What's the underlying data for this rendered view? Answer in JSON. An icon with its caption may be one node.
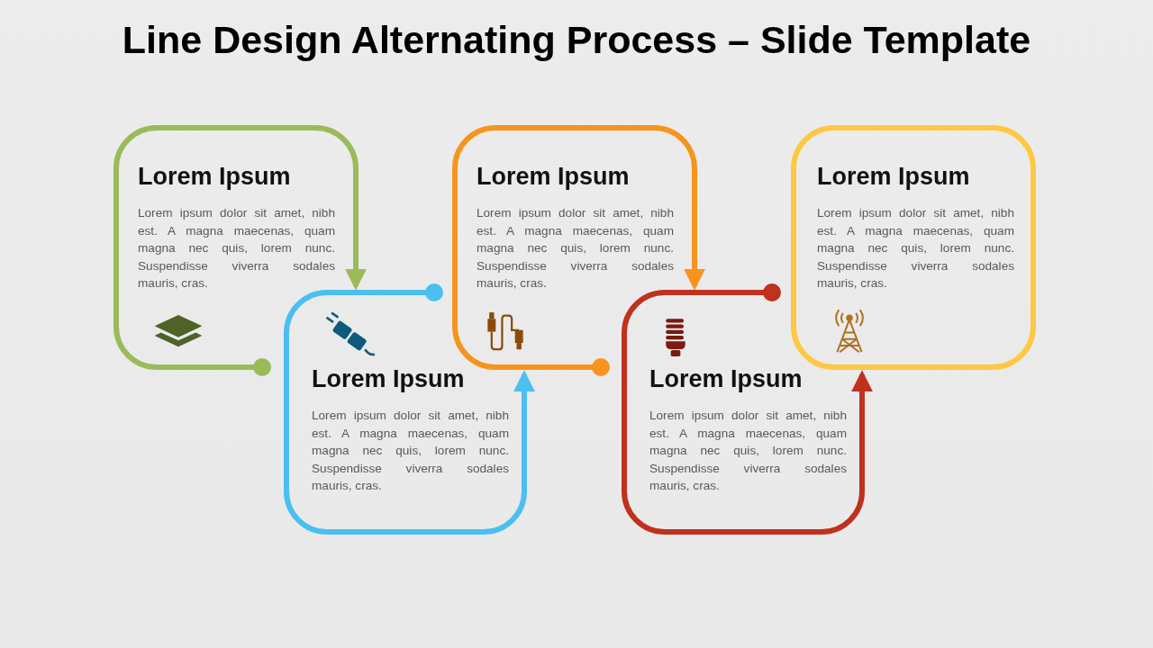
{
  "diagram": {
    "title": "Line Design Alternating Process – Slide Template",
    "nodes": [
      {
        "text": [
          "Lorem Ipsum",
          "Lorem ipsum dolor sit amet, nibh est. A magna maecenas, quam magna nec quis, lorem nunc. Suspendisse viverra sodales mauris, cras."
        ]
      },
      {
        "text": [
          "Lorem Ipsum",
          "Lorem ipsum dolor sit amet, nibh est. A magna maecenas, quam magna nec quis, lorem nunc. Suspendisse viverra sodales mauris, cras."
        ]
      },
      {
        "text": [
          "Lorem Ipsum",
          "Lorem ipsum dolor sit amet, nibh est. A magna maecenas, quam magna nec quis, lorem nunc. Suspendisse viverra sodales mauris, cras."
        ]
      },
      {
        "text": [
          "Lorem Ipsum",
          "Lorem ipsum dolor sit amet, nibh est. A magna maecenas, quam magna nec quis, lorem nunc. Suspendisse viverra sodales mauris, cras."
        ]
      },
      {
        "text": [
          "Lorem Ipsum",
          "Lorem ipsum dolor sit amet, nibh est. A magna maecenas, quam magna nec quis, lorem nunc. Suspendisse viverra sodales mauris, cras."
        ]
      }
    ],
    "edges": [
      {
        "from": 0,
        "to": 1,
        "arrow": "to",
        "color": "#9bbb59"
      },
      {
        "from": 1,
        "to": 2,
        "arrow": "to",
        "color": "#4bbfef"
      },
      {
        "from": 2,
        "to": 3,
        "arrow": "to",
        "color": "#f7941d"
      },
      {
        "from": 3,
        "to": 4,
        "arrow": "to",
        "color": "#c0311e"
      }
    ]
  }
}
